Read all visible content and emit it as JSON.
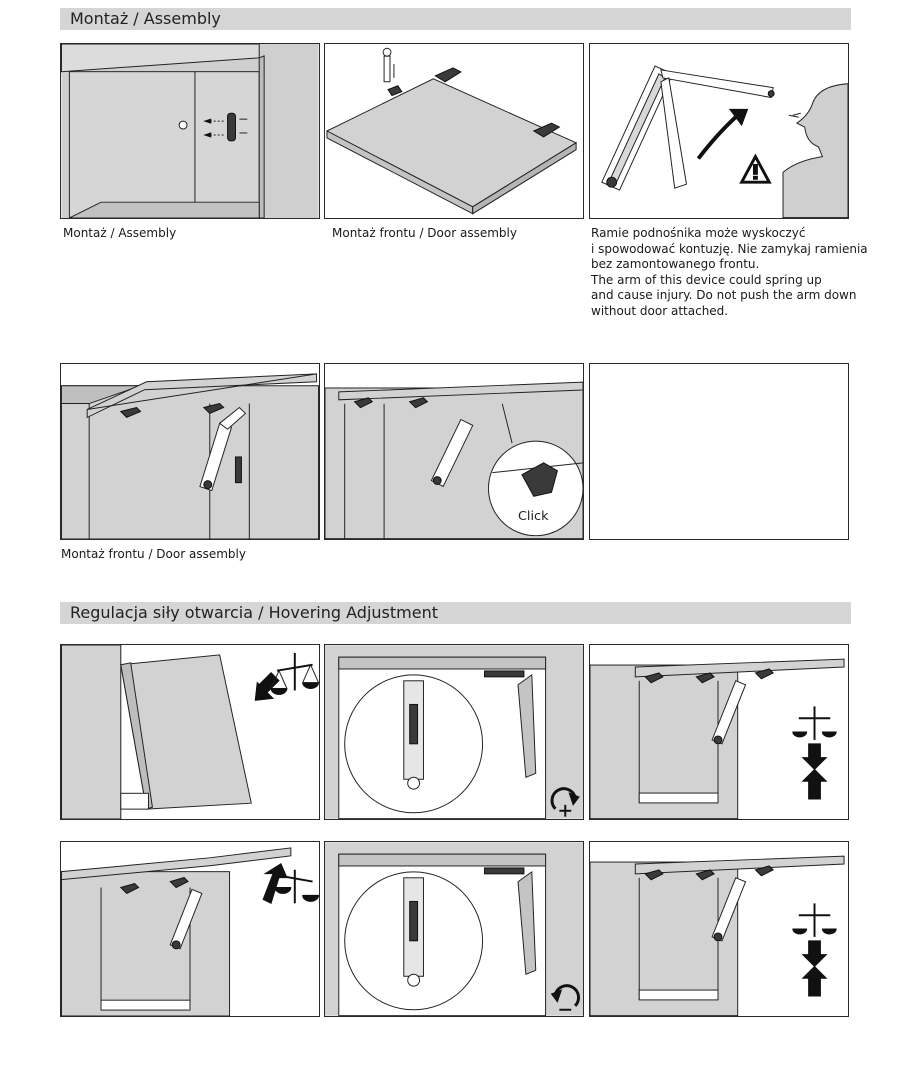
{
  "sections": {
    "assembly_title": "Montaż / Assembly",
    "hovering_title": "Regulacja siły otwarcia / Hovering Adjustment"
  },
  "captions": {
    "p1": "Montaż / Assembly",
    "p2": "Montaż frontu / Door assembly",
    "p3_lines": [
      "Ramie podnośnika może wyskoczyć",
      "i spowodować kontuzję. Nie zamykaj ramienia",
      "bez zamontowanego frontu.",
      "The arm of this device could spring up",
      "and cause injury. Do not push the arm down",
      "without door attached."
    ],
    "row2": "Montaż frontu / Door assembly"
  },
  "labels": {
    "click": "Click"
  },
  "icons": [
    "warning-triangle-icon",
    "balance-scale-icon",
    "arrow-down-icon",
    "arrow-up-icon",
    "rotate-plus-icon",
    "rotate-minus-icon",
    "screwdriver-icon"
  ]
}
